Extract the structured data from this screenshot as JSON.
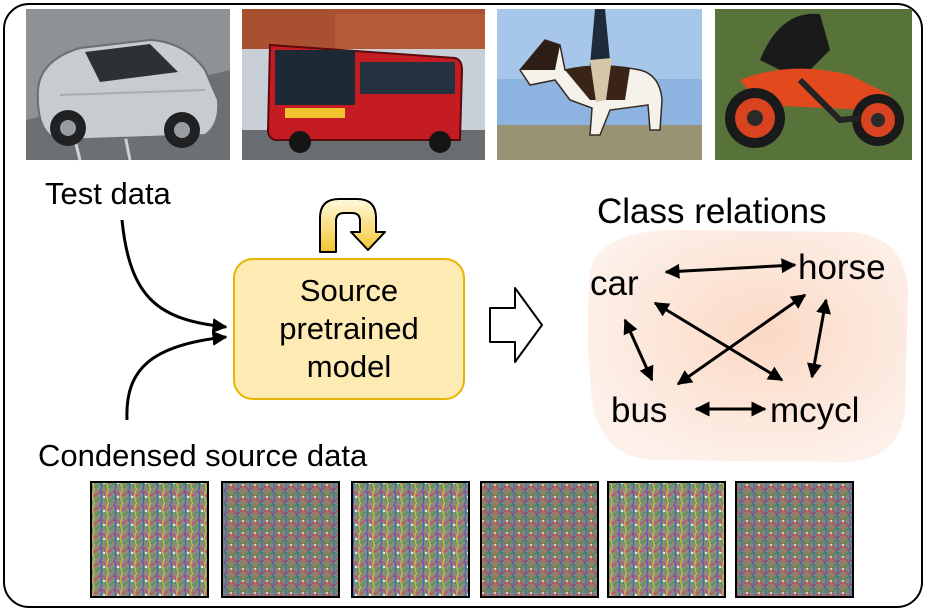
{
  "labels": {
    "test_data": "Test data",
    "condensed_source_data": "Condensed source data",
    "model_line1": "Source",
    "model_line2": "pretrained",
    "model_line3": "model",
    "class_relations": "Class relations"
  },
  "class_nodes": {
    "car": "car",
    "horse": "horse",
    "bus": "bus",
    "mcycl": "mcycl"
  },
  "photos": [
    "car",
    "bus",
    "horse",
    "motorcycle"
  ],
  "condensed_tile_count": 6,
  "colors": {
    "model_fill": "#fdebb3",
    "model_border": "#e8b400",
    "relation_blob": "#fbe3d4",
    "loop_arrow": "#f2bf22"
  }
}
